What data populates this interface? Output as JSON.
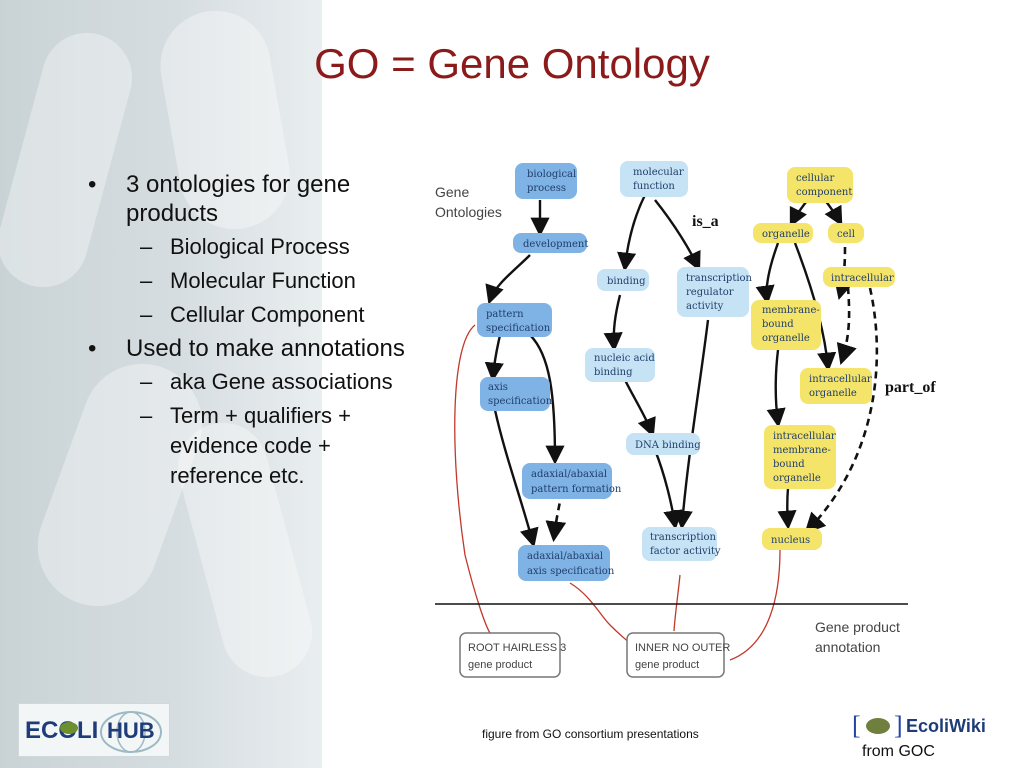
{
  "slide": {
    "title": "GO = Gene Ontology",
    "caption": "figure from GO consortium presentations",
    "from_goc": "from GOC"
  },
  "bullets": [
    {
      "text": "3 ontologies for gene products",
      "sub": [
        "Biological Process",
        "Molecular Function",
        "Cellular Component"
      ]
    },
    {
      "text": "Used to make annotations",
      "sub": [
        "aka Gene associations",
        "Term + qualifiers + evidence code + reference etc."
      ]
    }
  ],
  "diagram": {
    "heading_line1": "Gene",
    "heading_line2": "Ontologies",
    "annotation_line1": "Gene product",
    "annotation_line2": "annotation",
    "is_a": "is_a",
    "part_of": "part_of",
    "bp": {
      "biological_process": [
        "biological",
        "process"
      ],
      "development": [
        "development"
      ],
      "pattern_specification": [
        "pattern",
        "specification"
      ],
      "axis_specification": [
        "axis",
        "specification"
      ],
      "adaxial_pattern": [
        "adaxial/abaxial",
        "pattern formation"
      ],
      "adaxial_axis": [
        "adaxial/abaxial",
        "axis specification"
      ]
    },
    "mf": {
      "molecular_function": [
        "molecular",
        "function"
      ],
      "binding": [
        "binding"
      ],
      "transcription_regulator": [
        "transcription",
        "regulator",
        "activity"
      ],
      "nucleic_acid_binding": [
        "nucleic acid",
        "binding"
      ],
      "dna_binding": [
        "DNA binding"
      ],
      "transcription_factor": [
        "transcription",
        "factor activity"
      ]
    },
    "cc": {
      "cellular_component": [
        "cellular",
        "component"
      ],
      "organelle": [
        "organelle"
      ],
      "cell": [
        "cell"
      ],
      "intracellular": [
        "intracellular"
      ],
      "membrane_bound": [
        "membrane-",
        "bound",
        "organelle"
      ],
      "intracellular_organelle": [
        "intracellular",
        "organelle"
      ],
      "intra_membrane_bound": [
        "intracellular",
        "membrane-",
        "bound",
        "organelle"
      ],
      "nucleus": [
        "nucleus"
      ]
    },
    "gene_products": {
      "root_hairless": [
        "ROOT HAIRLESS 3",
        "gene product"
      ],
      "inner_no_outer": [
        "INNER NO OUTER",
        "gene product"
      ]
    }
  },
  "logos": {
    "ecoli_hub_part1": "ECOLI",
    "ecoli_hub_part2": "HUB",
    "ecoliwiki": "EcoliWiki"
  },
  "colors": {
    "title": "#8b1a1a",
    "bp_node": "#7fb2e5",
    "mf_node": "#c6e2f5",
    "cc_node": "#f5e46a",
    "gene_product_line": "#c0392b"
  }
}
